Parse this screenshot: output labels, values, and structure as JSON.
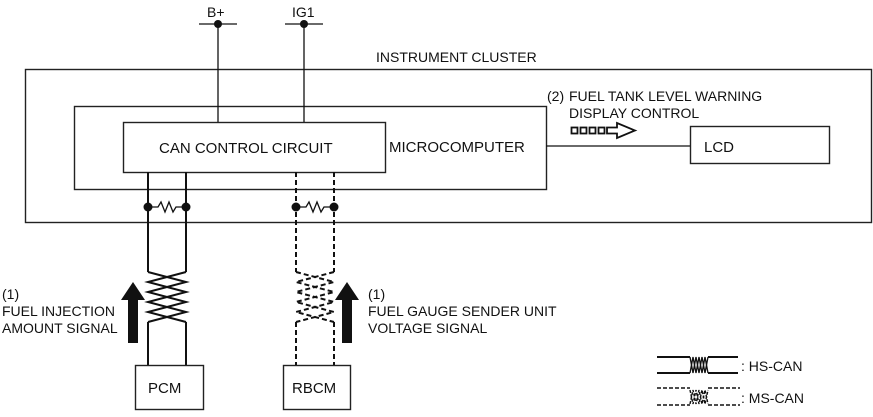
{
  "diagram": {
    "power": {
      "bplus": "B+",
      "ig1": "IG1"
    },
    "instrument_cluster": {
      "label": "INSTRUMENT CLUSTER",
      "microcomputer": "MICROCOMPUTER",
      "can_control_circuit": "CAN CONTROL CIRCUIT",
      "lcd": "LCD"
    },
    "output_signal": {
      "number": "(2)",
      "line1": "FUEL TANK LEVEL WARNING",
      "line2": "DISPLAY CONTROL"
    },
    "modules": {
      "pcm": "PCM",
      "rbcm": "RBCM"
    },
    "input_signals": [
      {
        "number": "(1)",
        "line1": "FUEL INJECTION",
        "line2": "AMOUNT SIGNAL"
      },
      {
        "number": "(1)",
        "line1": "FUEL GAUGE SENDER UNIT",
        "line2": "VOLTAGE SIGNAL"
      }
    ],
    "legend": [
      {
        "label": ": HS-CAN",
        "style": "solid"
      },
      {
        "label": ": MS-CAN",
        "style": "dashed"
      }
    ]
  }
}
